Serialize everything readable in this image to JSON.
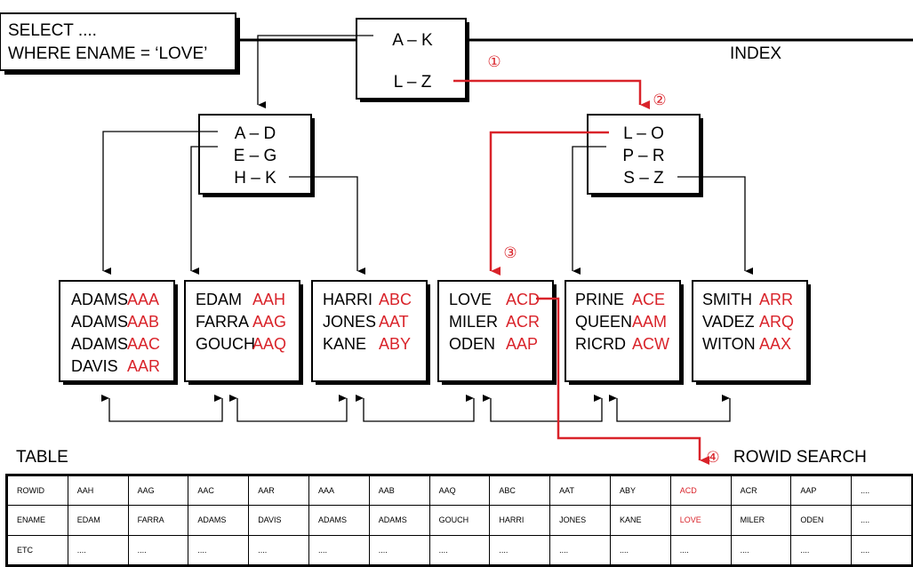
{
  "query": {
    "line1": "SELECT ....",
    "line2": "WHERE ENAME = ‘LOVE’"
  },
  "labels": {
    "index": "INDEX",
    "table": "TABLE",
    "rowid_search": "ROWID SEARCH"
  },
  "steps": [
    "①",
    "②",
    "③",
    "④"
  ],
  "root_node": [
    "A – K",
    "L – Z"
  ],
  "branch_nodes": [
    [
      "A – D",
      "E – G",
      "H – K"
    ],
    [
      "L – O",
      "P – R",
      "S – Z"
    ]
  ],
  "leaf_nodes": [
    [
      {
        "name": "ADAMS",
        "rowid": "AAA"
      },
      {
        "name": "ADAMS",
        "rowid": "AAB"
      },
      {
        "name": "ADAMS",
        "rowid": "AAC"
      },
      {
        "name": "DAVIS",
        "rowid": "AAR"
      }
    ],
    [
      {
        "name": "EDAM",
        "rowid": "AAH"
      },
      {
        "name": "FARRA",
        "rowid": "AAG"
      },
      {
        "name": "GOUCH",
        "rowid": "AAQ"
      }
    ],
    [
      {
        "name": "HARRI",
        "rowid": "ABC"
      },
      {
        "name": "JONES",
        "rowid": "AAT"
      },
      {
        "name": "KANE",
        "rowid": "ABY"
      }
    ],
    [
      {
        "name": "LOVE",
        "rowid": "ACD"
      },
      {
        "name": "MILER",
        "rowid": "ACR"
      },
      {
        "name": "ODEN",
        "rowid": "AAP"
      }
    ],
    [
      {
        "name": "PRINE",
        "rowid": "ACE"
      },
      {
        "name": "QUEEN",
        "rowid": "AAM"
      },
      {
        "name": "RICRD",
        "rowid": "ACW"
      }
    ],
    [
      {
        "name": "SMITH",
        "rowid": "ARR"
      },
      {
        "name": "VADEZ",
        "rowid": "ARQ"
      },
      {
        "name": "WITON",
        "rowid": "AAX"
      }
    ]
  ],
  "table": {
    "rows": [
      [
        "ROWID",
        "AAH",
        "AAG",
        "AAC",
        "AAR",
        "AAA",
        "AAB",
        "AAQ",
        "ABC",
        "AAT",
        "ABY",
        "ACD",
        "ACR",
        "AAP",
        "...."
      ],
      [
        "ENAME",
        "EDAM",
        "FARRA",
        "ADAMS",
        "DAVIS",
        "ADAMS",
        "ADAMS",
        "GOUCH",
        "HARRI",
        "JONES",
        "KANE",
        "LOVE",
        "MILER",
        "ODEN",
        "...."
      ],
      [
        "ETC",
        "....",
        "....",
        "....",
        "....",
        "....",
        "....",
        "....",
        "....",
        "....",
        "....",
        "....",
        "....",
        "....",
        "...."
      ]
    ],
    "highlight_col": 11
  },
  "colors": {
    "accent": "#d9232a",
    "ink": "#000000"
  }
}
